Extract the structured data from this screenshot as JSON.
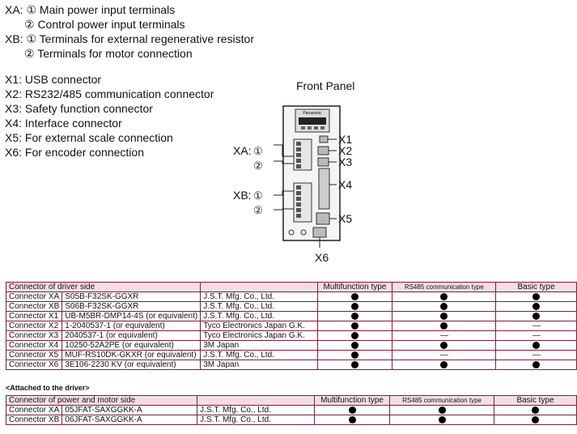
{
  "legend": {
    "xa_prefix": "XA:",
    "xa_1": "① Main power input terminals",
    "xa_2": "② Control power input terminals",
    "xb_prefix": "XB:",
    "xb_1": "① Terminals for external regenerative resistor",
    "xb_2": "② Terminals for motor connection",
    "x1": "X1: USB connector",
    "x2": "X2: RS232/485 communication connector",
    "x3": "X3: Safety function connector",
    "x4": "X4: Interface connector",
    "x5": "X5: For external scale connection",
    "x6": "X6: For encoder connection"
  },
  "diagram": {
    "title": "Front Panel",
    "brand": "Panasonic",
    "xa_label": "XA:",
    "xb_label": "XB:",
    "c1": "①",
    "c2": "②",
    "x1": "X1",
    "x2": "X2",
    "x3": "X3",
    "x4": "X4",
    "x5": "X5",
    "x6": "X6"
  },
  "table1": {
    "header": [
      "Connector of driver side",
      "",
      "Multifunction type",
      "RS485 communication type",
      "Basic type"
    ],
    "rows": [
      {
        "name": "Connector XA",
        "part": "S05B-F32SK-GGXR",
        "maker": "J.S.T. Mfg. Co., Ltd.",
        "mf": "dot",
        "rs": "dot",
        "bt": "dot"
      },
      {
        "name": "Connector XB",
        "part": "S06B-F32SK-GGXR",
        "maker": "J.S.T. Mfg. Co., Ltd.",
        "mf": "dot",
        "rs": "dot",
        "bt": "dot"
      },
      {
        "name": "Connector X1",
        "part": "UB-M5BR-DMP14-4S (or equivalent)",
        "maker": "J.S.T. Mfg. Co., Ltd.",
        "mf": "dot",
        "rs": "dot",
        "bt": "dot"
      },
      {
        "name": "Connector X2",
        "part": "1-2040537-1 (or equivalent)",
        "maker": "Tyco Electronics Japan G.K.",
        "mf": "dot",
        "rs": "dot",
        "bt": "dash"
      },
      {
        "name": "Connector X3",
        "part": "2040537-1 (or equivalent)",
        "maker": "Tyco Electronics Japan G.K.",
        "mf": "dot",
        "rs": "dash",
        "bt": "dash"
      },
      {
        "name": "Connector X4",
        "part": "10250-52A2PE (or equivalent)",
        "maker": "3M Japan",
        "mf": "dot",
        "rs": "dot",
        "bt": "dot"
      },
      {
        "name": "Connector X5",
        "part": "MUF-RS10DK-GKXR (or equivalent)",
        "maker": "J.S.T. Mfg. Co., Ltd.",
        "mf": "dot",
        "rs": "dash",
        "bt": "dash"
      },
      {
        "name": "Connector X6",
        "part": "3E106-2230 KV (or equivalent)",
        "maker": "3M Japan",
        "mf": "dot",
        "rs": "dot",
        "bt": "dot"
      }
    ]
  },
  "subtitle": "<Attached to the driver>",
  "table2": {
    "header": [
      "Connector of power and motor side",
      "",
      "Multifunction type",
      "RS485 communication type",
      "Basic type"
    ],
    "rows": [
      {
        "name": "Connector XA",
        "part": "05JFAT-SAXGGKK-A",
        "maker": "J.S.T. Mfg. Co., Ltd.",
        "mf": "dot",
        "rs": "dot",
        "bt": "dot"
      },
      {
        "name": "Connector XB",
        "part": "06JFAT-SAXGGKK-A",
        "maker": "J.S.T. Mfg. Co., Ltd.",
        "mf": "dot",
        "rs": "dot",
        "bt": "dot"
      }
    ]
  }
}
